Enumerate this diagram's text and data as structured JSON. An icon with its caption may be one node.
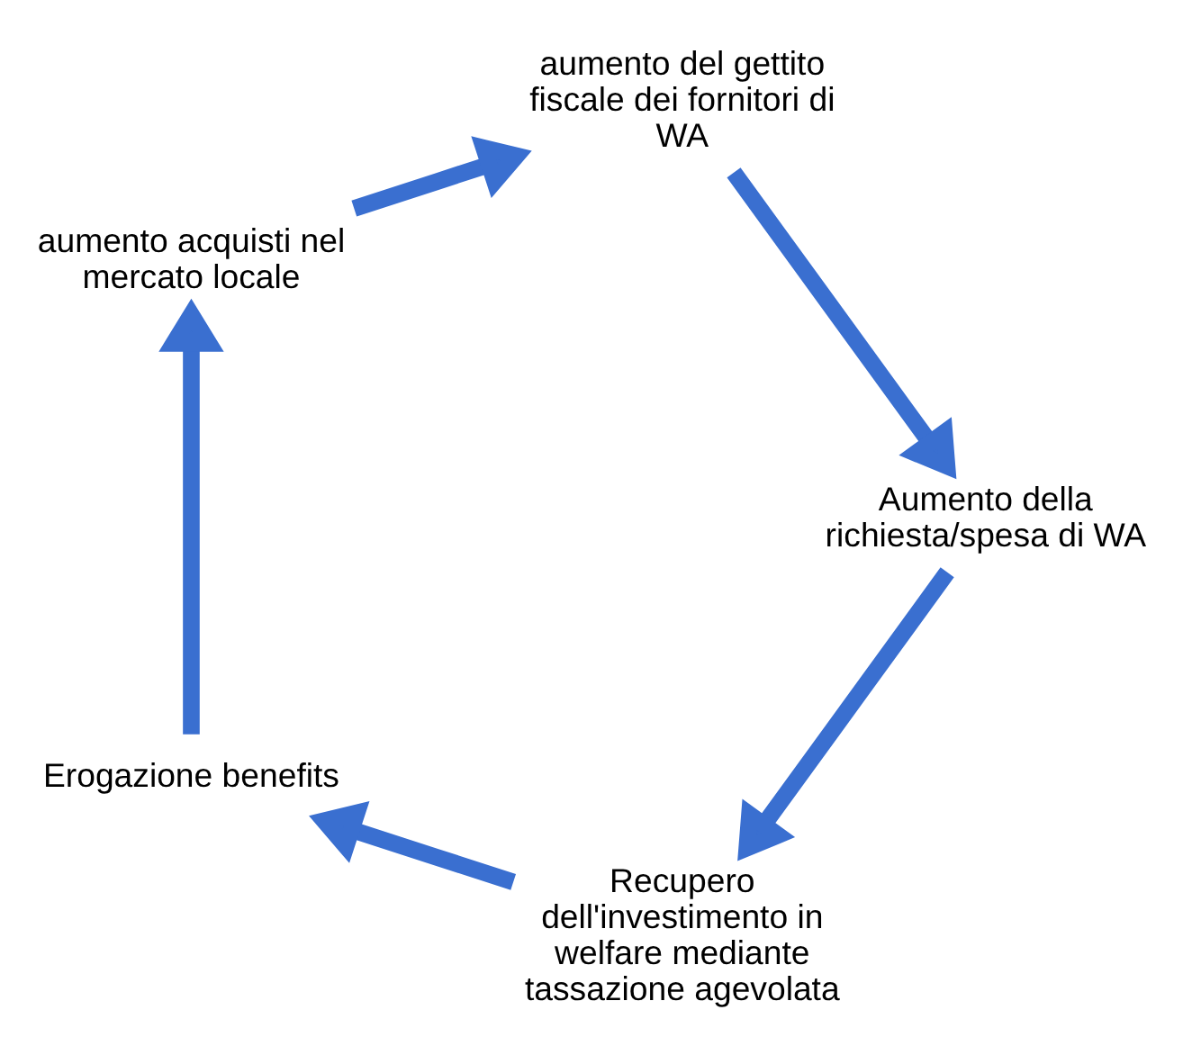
{
  "diagram": {
    "nodes": [
      {
        "text": [
          "Recupero dell'investimento in welfare mediante tassazione agevolata"
        ]
      },
      {
        "text": [
          "Erogazione benefits"
        ]
      },
      {
        "text": [
          "Aumento della richiesta/spesa di WA"
        ]
      },
      {
        "text": [
          "aumento acquisti nel mercato locale"
        ]
      },
      {
        "text": [
          "aumento del gettito fiscale dei fornitori di WA"
        ]
      }
    ],
    "edges": [
      {
        "from": 0,
        "to": 1,
        "arrow": "to"
      },
      {
        "from": 1,
        "to": 3,
        "arrow": "to"
      },
      {
        "from": 3,
        "to": 4,
        "arrow": "to"
      },
      {
        "from": 4,
        "to": 2,
        "arrow": "to"
      },
      {
        "from": 2,
        "to": 0,
        "arrow": "to"
      }
    ]
  }
}
